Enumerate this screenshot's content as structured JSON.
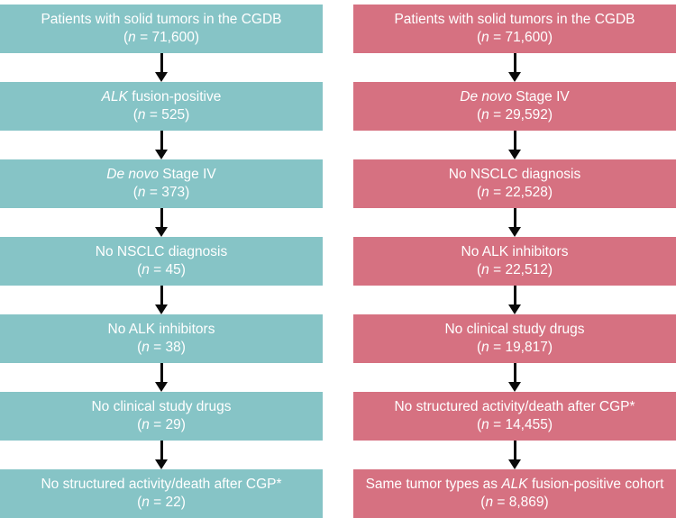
{
  "figure": {
    "colors": {
      "background": "#FFFFFF",
      "arrow": "#0A0A0A",
      "text": "#FFFFFF",
      "left_box": "#86C4C6",
      "right_box": "#D67181"
    },
    "columns": [
      {
        "name": "alk-fusion-positive-cohort",
        "color": "#86C4C6",
        "boxes": [
          {
            "line1_pre": "Patients with solid tumors in the CGDB",
            "line1_italic": "",
            "line1_post": "",
            "line2_pre": "(",
            "line2_italic": "n",
            "line2_post": " = 71,600)"
          },
          {
            "line1_pre": "",
            "line1_italic": "ALK",
            "line1_post": " fusion-positive",
            "line2_pre": "(",
            "line2_italic": "n",
            "line2_post": " = 525)"
          },
          {
            "line1_pre": "",
            "line1_italic": "De novo",
            "line1_post": " Stage IV",
            "line2_pre": "(",
            "line2_italic": "n",
            "line2_post": " = 373)"
          },
          {
            "line1_pre": "No NSCLC diagnosis",
            "line1_italic": "",
            "line1_post": "",
            "line2_pre": "(",
            "line2_italic": "n",
            "line2_post": " = 45)"
          },
          {
            "line1_pre": "No ALK inhibitors",
            "line1_italic": "",
            "line1_post": "",
            "line2_pre": "(",
            "line2_italic": "n",
            "line2_post": " = 38)"
          },
          {
            "line1_pre": "No clinical study drugs",
            "line1_italic": "",
            "line1_post": "",
            "line2_pre": "(",
            "line2_italic": "n",
            "line2_post": " = 29)"
          },
          {
            "line1_pre": "No structured activity/death after CGP*",
            "line1_italic": "",
            "line1_post": "",
            "line2_pre": "(",
            "line2_italic": "n",
            "line2_post": " = 22)"
          }
        ]
      },
      {
        "name": "comparator-cohort",
        "color": "#D67181",
        "boxes": [
          {
            "line1_pre": "Patients with solid tumors in the CGDB",
            "line1_italic": "",
            "line1_post": "",
            "line2_pre": "(",
            "line2_italic": "n",
            "line2_post": " = 71,600)"
          },
          {
            "line1_pre": "",
            "line1_italic": "De novo",
            "line1_post": " Stage IV",
            "line2_pre": "(",
            "line2_italic": "n",
            "line2_post": " = 29,592)"
          },
          {
            "line1_pre": "No NSCLC diagnosis",
            "line1_italic": "",
            "line1_post": "",
            "line2_pre": "(",
            "line2_italic": "n",
            "line2_post": " = 22,528)"
          },
          {
            "line1_pre": "No ALK inhibitors",
            "line1_italic": "",
            "line1_post": "",
            "line2_pre": "(",
            "line2_italic": "n",
            "line2_post": " = 22,512)"
          },
          {
            "line1_pre": "No clinical study drugs",
            "line1_italic": "",
            "line1_post": "",
            "line2_pre": "(",
            "line2_italic": "n",
            "line2_post": " = 19,817)"
          },
          {
            "line1_pre": "No structured activity/death after CGP*",
            "line1_italic": "",
            "line1_post": "",
            "line2_pre": "(",
            "line2_italic": "n",
            "line2_post": " = 14,455)"
          },
          {
            "line1_pre": "Same tumor types as ",
            "line1_italic": "ALK",
            "line1_post": " fusion-positive cohort",
            "line2_pre": "(",
            "line2_italic": "n",
            "line2_post": " = 8,869)"
          }
        ]
      }
    ]
  }
}
